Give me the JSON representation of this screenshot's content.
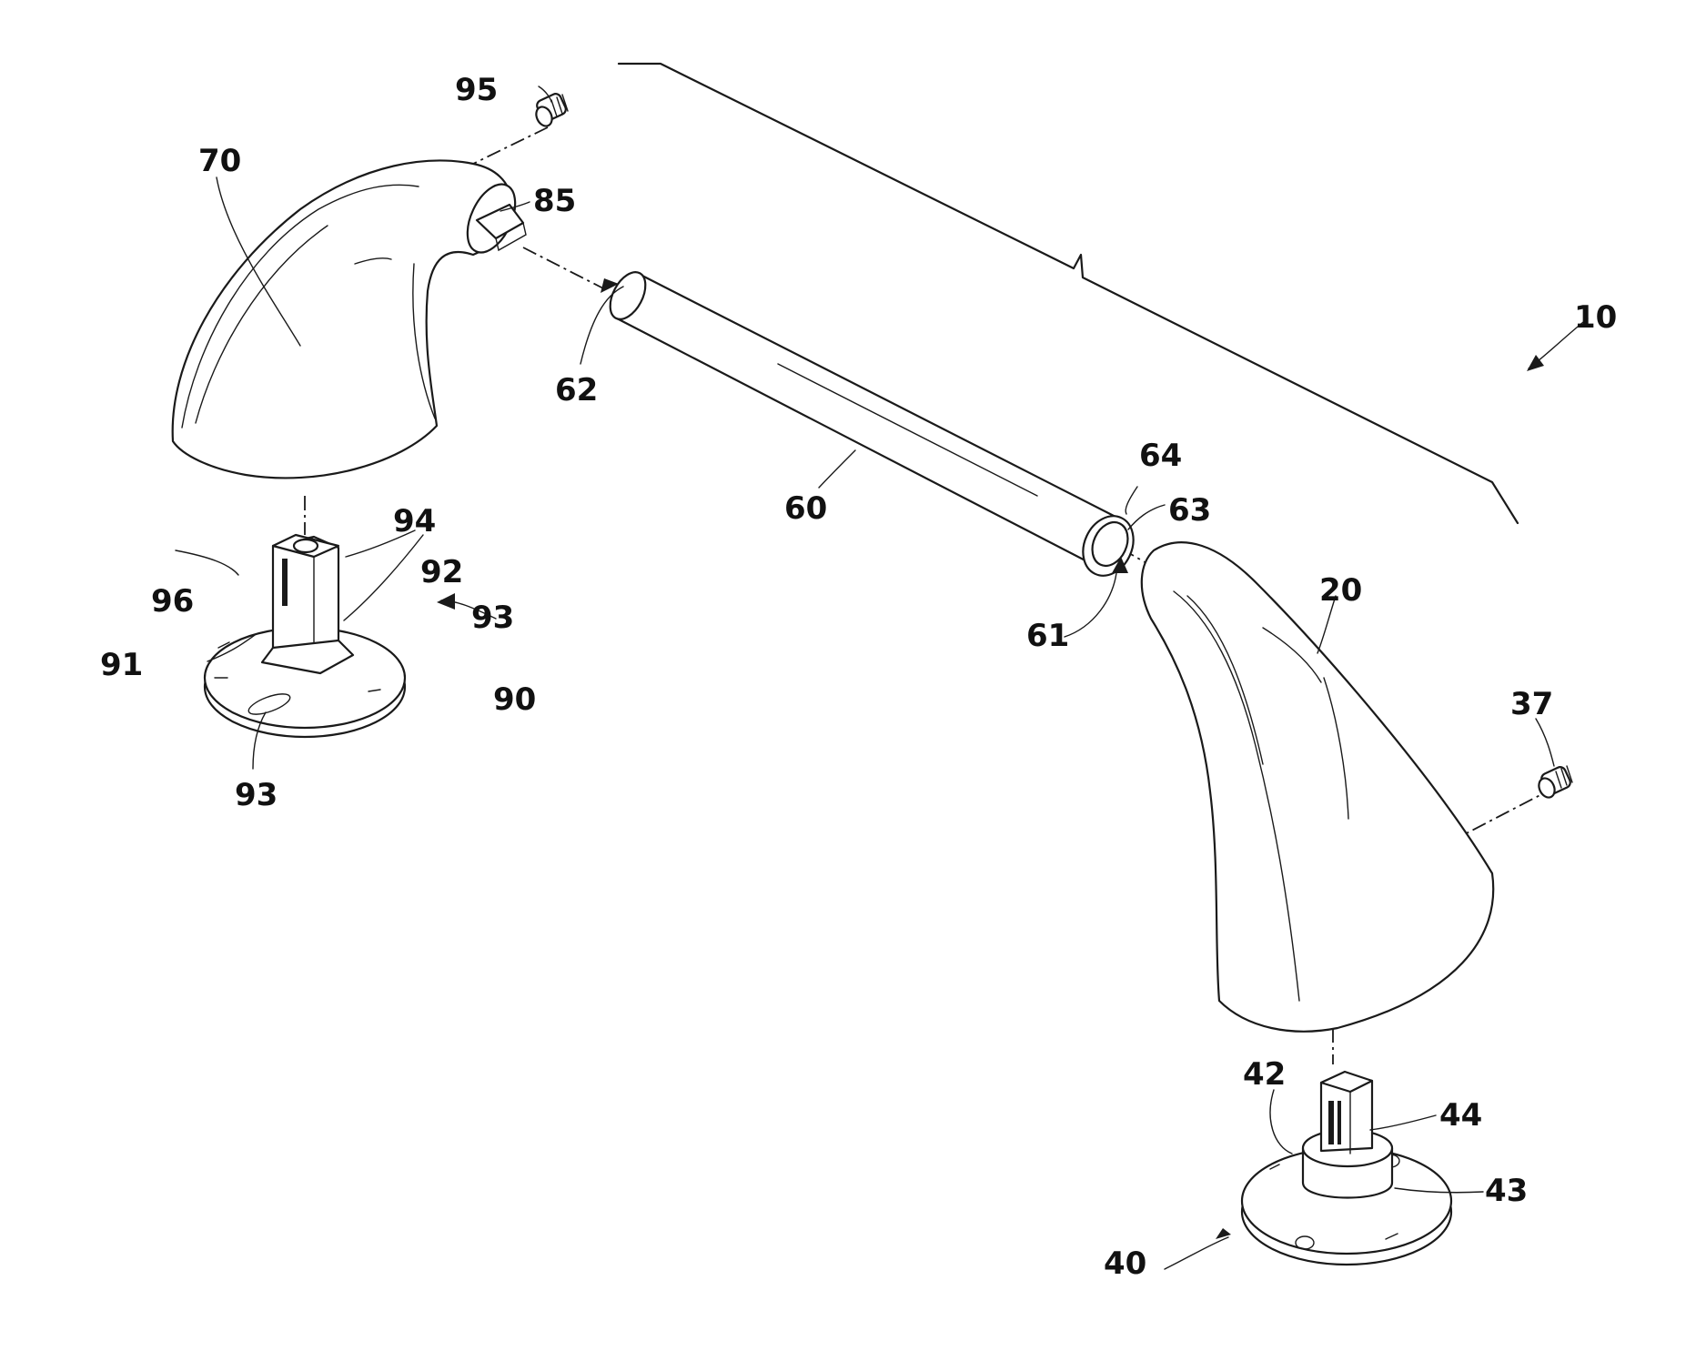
{
  "labels": {
    "n10": "10",
    "n20": "20",
    "n37": "37",
    "n40": "40",
    "n42": "42",
    "n43": "43",
    "n44": "44",
    "n60": "60",
    "n61": "61",
    "n62": "62",
    "n63": "63",
    "n64": "64",
    "n70": "70",
    "n85": "85",
    "n90": "90",
    "n91": "91",
    "n92": "92",
    "n93a": "93",
    "n93b": "93",
    "n94": "94",
    "n95": "95",
    "n96": "96"
  },
  "icons": [
    "left-escutcheon",
    "right-escutcheon",
    "left-handle",
    "right-handle",
    "grab-bar-tube",
    "set-screw"
  ]
}
